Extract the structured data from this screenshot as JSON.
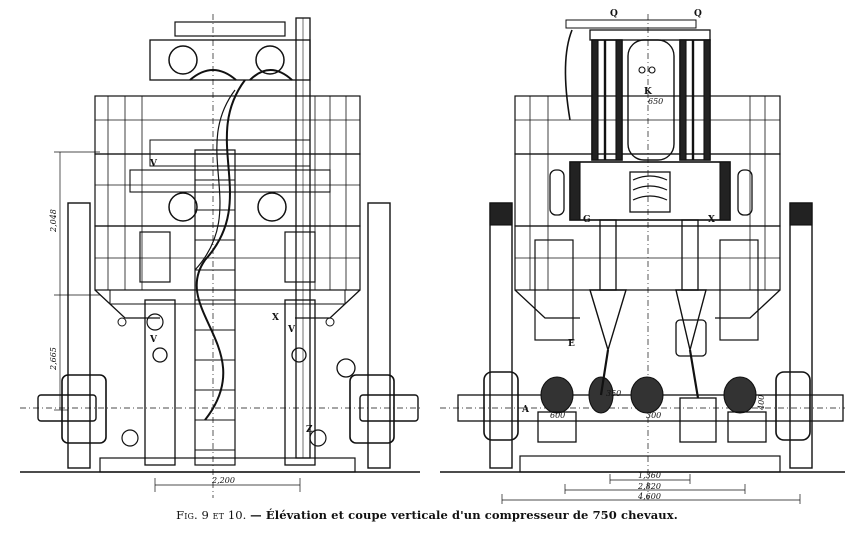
{
  "caption": {
    "figure": "Fig. 9 et 10.",
    "text": "— Élévation et coupe verticale d'un compresseur de 750 chevaux."
  },
  "left_view": {
    "dimensions": {
      "vertical_upper": "2,048",
      "vertical_lower": "2,665",
      "horizontal_base": "2,200"
    },
    "letters": {
      "v_upper": "V",
      "v_left": "V",
      "v_right": "V",
      "x": "X",
      "z": "Z"
    }
  },
  "right_view": {
    "dimensions": {
      "cyl_top": "650",
      "bore_left": "600",
      "bore_mid": "350",
      "bore_center": "300",
      "bore_right": "400",
      "span_inner": "1,360",
      "span_mid": "2,820",
      "span_outer": "4,600"
    },
    "letters": {
      "q1": "Q",
      "q2": "Q",
      "k": "K",
      "g": "G",
      "e": "E",
      "a": "A",
      "x": "X"
    }
  }
}
